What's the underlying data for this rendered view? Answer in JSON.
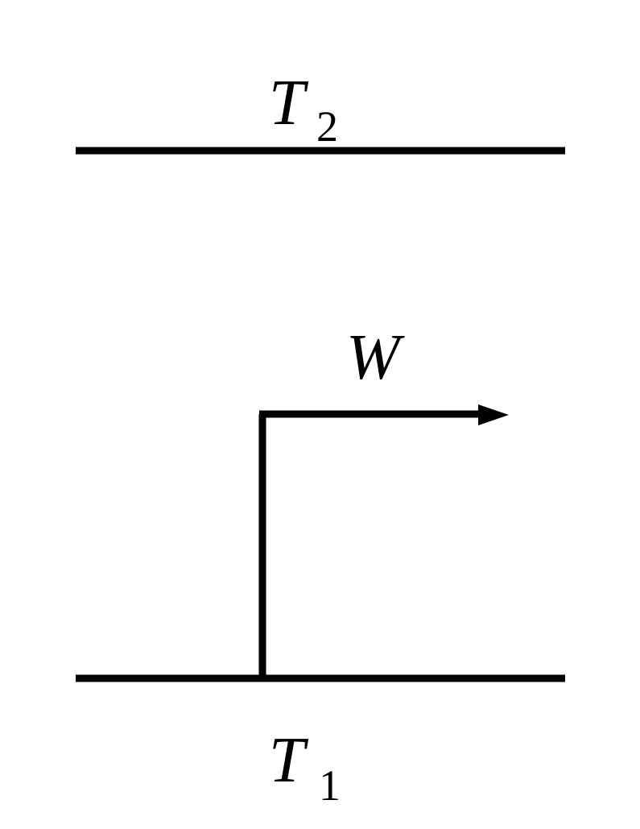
{
  "reservoir_hot": {
    "symbol": "T",
    "subscript": "2"
  },
  "reservoir_cold": {
    "symbol": "T",
    "subscript": "1"
  },
  "work": {
    "symbol": "W"
  },
  "colors": {
    "line": "#000000",
    "background": "#ffffff"
  }
}
